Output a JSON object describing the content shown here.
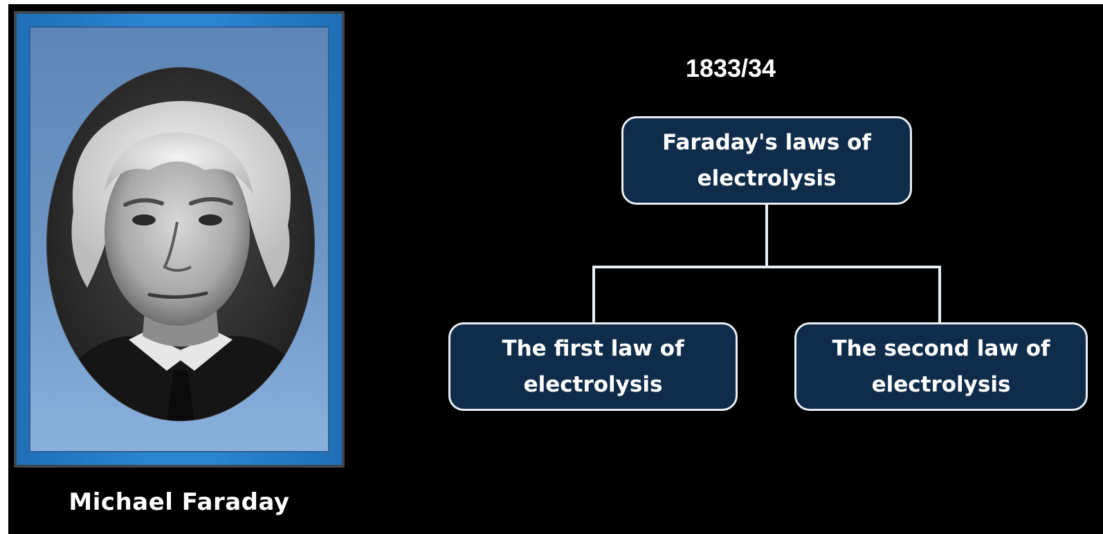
{
  "portrait": {
    "caption": "Michael Faraday"
  },
  "diagram": {
    "year": "1833/34",
    "root": {
      "line1": "Faraday's laws of",
      "line2": "electrolysis"
    },
    "children": [
      {
        "line1": "The first law of",
        "line2": "electrolysis"
      },
      {
        "line1": "The second law of",
        "line2": "electrolysis"
      }
    ]
  },
  "colors": {
    "background": "#000000",
    "node_fill": "#0f2d4a",
    "node_border": "#e8eef4",
    "frame_blue": "#2a86cf"
  }
}
